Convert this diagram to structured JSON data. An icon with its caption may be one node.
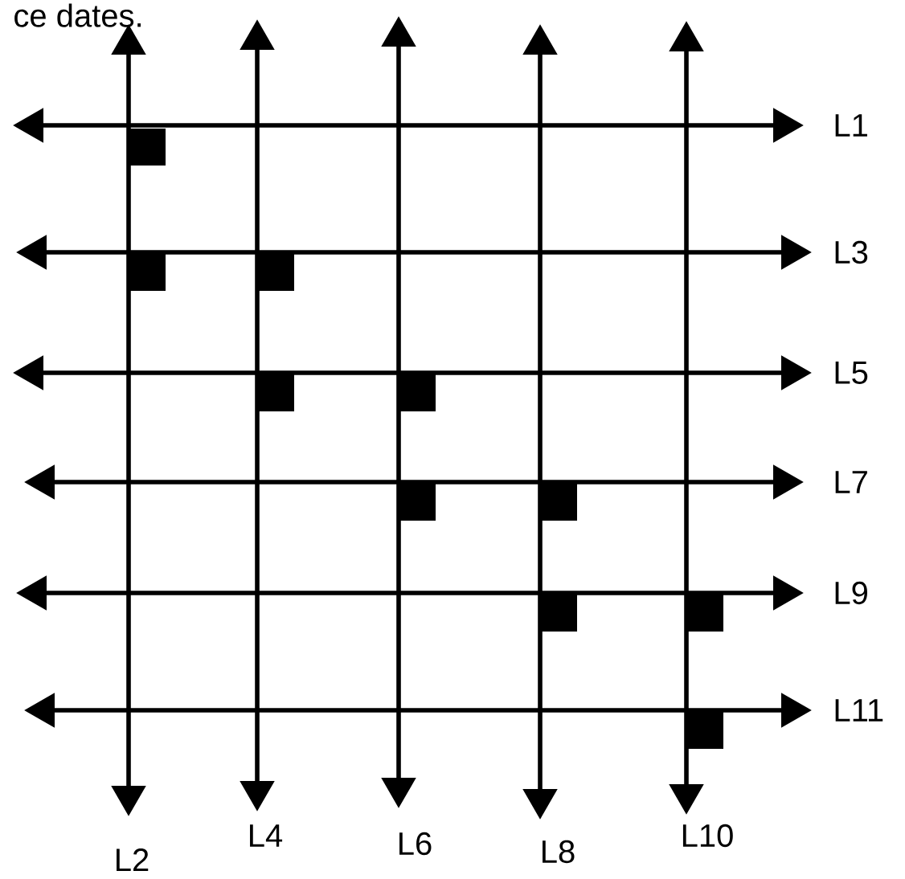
{
  "diagram": {
    "labels": [
      "ce dates.",
      "L1",
      "L3",
      "L5",
      "L7",
      "L9",
      "L11",
      "L2",
      "L4",
      "L6",
      "L8",
      "L10"
    ]
  }
}
